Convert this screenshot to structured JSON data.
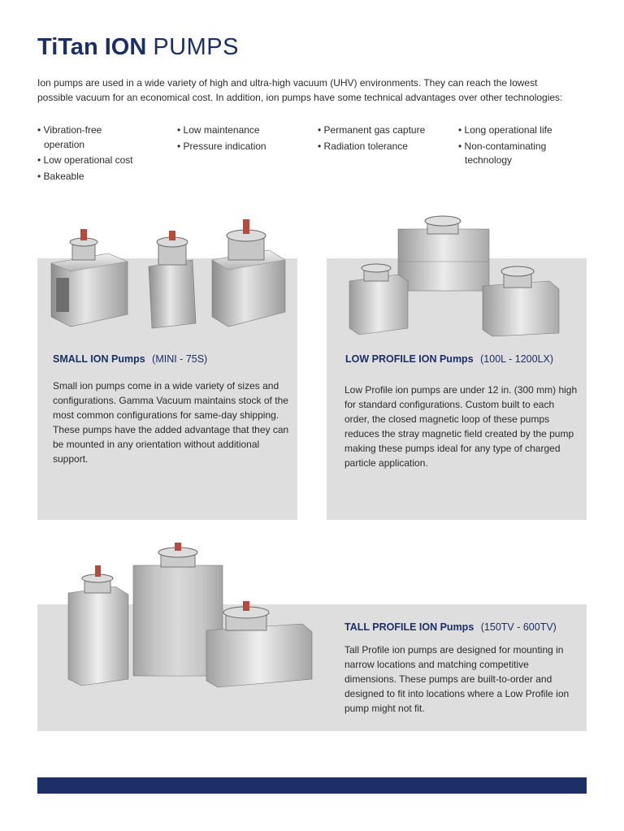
{
  "page": {
    "title_bold": "TiTan ION",
    "title_light": "PUMPS",
    "intro": "Ion pumps are used in a wide variety of high and ultra-high vacuum (UHV) environments. They can reach the lowest possible vacuum for an economical cost. In addition, ion pumps have some technical advantages over other technologies:",
    "features": {
      "col1": [
        "• Vibration-free operation",
        "• Low operational cost",
        "• Bakeable"
      ],
      "col2": [
        "• Low maintenance",
        "• Pressure indication"
      ],
      "col3": [
        "• Permanent gas capture",
        "• Radiation tolerance"
      ],
      "col4": [
        "• Long operational life",
        "• Non-contaminating technology"
      ]
    }
  },
  "sections": {
    "small": {
      "name": "SMALL ION Pumps",
      "range": "(MINI - 75S)",
      "body": "Small ion pumps come in a wide variety of sizes and configurations. Gamma Vacuum maintains stock of the most common configurations for same-day shipping. These pumps have the added advantage that they can be mounted in any orientation without additional support."
    },
    "low": {
      "name": "LOW PROFILE ION Pumps",
      "range": "(100L - 1200LX)",
      "body": "Low Profile ion pumps are under 12 in. (300 mm) high for standard configurations. Custom built to each order, the closed magnetic loop of these pumps reduces the stray magnetic field created by the pump making these pumps ideal for any type of charged particle application."
    },
    "tall": {
      "name": "TALL PROFILE ION Pumps",
      "range": "(150TV - 600TV)",
      "body": "Tall Profile ion pumps are designed for mounting in narrow locations and matching competitive dimensions. These pumps are built-to-order and designed to fit into locations where a Low Profile ion pump might not fit."
    }
  },
  "colors": {
    "brand_navy": "#1c2f66",
    "panel_gray": "#dedede",
    "flange_red": "#c0392b"
  }
}
